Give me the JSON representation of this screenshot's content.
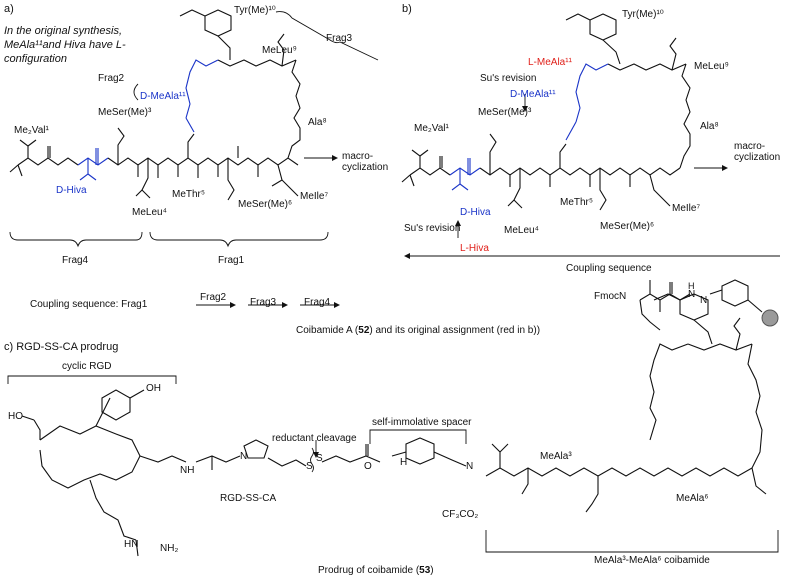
{
  "panel_a": {
    "label": "a)",
    "note": "In the original synthesis, MeAla¹¹and Hiva have L-configuration",
    "residues": {
      "tyr": "Tyr(Me)¹⁰",
      "meleu9": "MeLeu⁹",
      "frag3": "Frag3",
      "frag2": "Frag2",
      "dmeala": "D-MeAla¹¹",
      "meser3": "MeSer(Me)³",
      "me2val": "Me₂Val¹",
      "ala8": "Ala⁸",
      "macro1": "macro-",
      "macro2": "cyclization",
      "dhiva": "D-Hiva",
      "methr": "MeThr⁵",
      "meleu4": "MeLeu⁴",
      "meser6": "MeSer(Me)⁶",
      "meile": "MeIle⁷"
    },
    "frag4": "Frag4",
    "frag1": "Frag1",
    "coupling_prefix": "Coupling sequence: Frag1",
    "step2": "Frag2",
    "step3": "Frag3",
    "step4": "Frag4"
  },
  "panel_b": {
    "label": "b)",
    "tyr": "Tyr(Me)¹⁰",
    "lmeala": "L-MeAla¹¹",
    "revision1": "Su's revision",
    "dmeala": "D-MeAla¹¹",
    "meleu9": "MeLeu⁹",
    "meser3": "MeSer(Me)³",
    "me2val": "Me₂Val¹",
    "ala8": "Ala⁸",
    "macro1": "macro-",
    "macro2": "cyclization",
    "dhiva": "D-Hiva",
    "methr": "MeThr⁵",
    "meleu4": "MeLeu⁴",
    "meser6": "MeSer(Me)⁶",
    "meile": "MeIle⁷",
    "revision2": "Su's revision",
    "lhiva": "L-Hiva",
    "coupling": "Coupling sequence",
    "fmoc": "FmocN",
    "nh": "N",
    "h": "H",
    "hn": "N"
  },
  "caption_ab_prefix": "Coibamide A (",
  "caption_ab_num": "52",
  "caption_ab_suffix": ") and its original assignment (red in b))",
  "panel_c": {
    "label": "c) RGD-SS-CA prodrug",
    "cyclic_rgd": "cyclic RGD",
    "ho_top": "OH",
    "ho_acid": "HO",
    "reductant": "reductant cleavage",
    "spacer": "self-immolative spacer",
    "rgd_ss_ca": "RGD-SS-CA",
    "meala3": "MeAla³",
    "meala6": "MeAla⁶",
    "counterion": "CF₃CO₂",
    "coibamide_label": "MeAla³-MeAla⁶ coibamide",
    "nh2": "NH₂",
    "hn": "HN",
    "nh": "NH",
    "o": "O",
    "s": "S",
    "n": "N",
    "h": "H"
  },
  "caption_c_prefix": "Prodrug of coibamide (",
  "caption_c_num": "53",
  "caption_c_suffix": ")",
  "colors": {
    "blue": "#1a34c8",
    "red": "#e0201a",
    "ink": "#111111"
  }
}
